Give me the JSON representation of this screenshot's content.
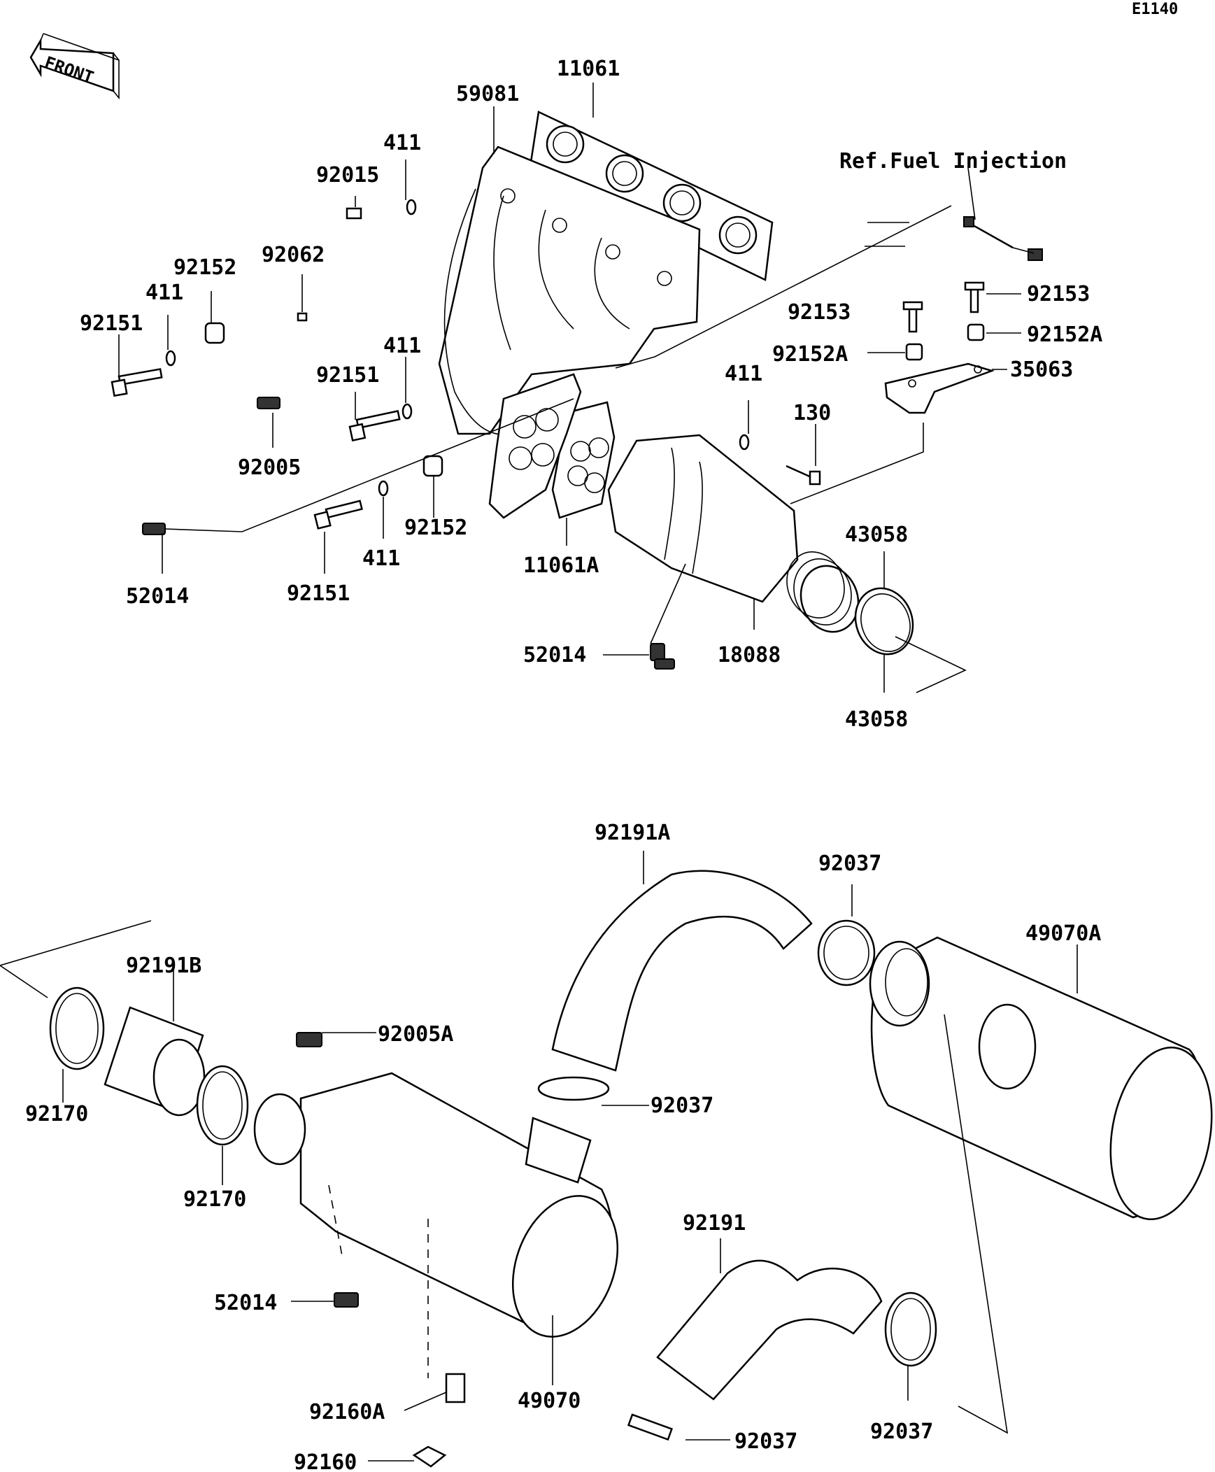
{
  "diagram_code": "E1140",
  "front_arrow_text": "FRONT",
  "reference_note": "Ref.Fuel Injection",
  "labels": {
    "p11061": "11061",
    "p59081": "59081",
    "p411_a": "411",
    "p92015": "92015",
    "p92152_a": "92152",
    "p92062": "92062",
    "p411_b": "411",
    "p92151_a": "92151",
    "p411_c": "411",
    "p92151_b": "92151",
    "p92005": "92005",
    "p52014_a": "52014",
    "p92151_c": "92151",
    "p411_d": "411",
    "p92152_b": "92152",
    "p11061A": "11061A",
    "p92153_a": "92153",
    "p92153_b": "92153",
    "p92152A_a": "92152A",
    "p92152A_b": "92152A",
    "p35063": "35063",
    "p411_e": "411",
    "p130": "130",
    "p43058_a": "43058",
    "p43058_b": "43058",
    "p18088": "18088",
    "p52014_b": "52014",
    "p92191A": "92191A",
    "p92037_a": "92037",
    "p49070A": "49070A",
    "p92191B": "92191B",
    "p92005A": "92005A",
    "p92037_b": "92037",
    "p92170_a": "92170",
    "p92170_b": "92170",
    "p92191": "92191",
    "p52014_c": "52014",
    "p49070": "49070",
    "p92160A": "92160A",
    "p92037_c": "92037",
    "p92037_d": "92037",
    "p92160": "92160"
  }
}
